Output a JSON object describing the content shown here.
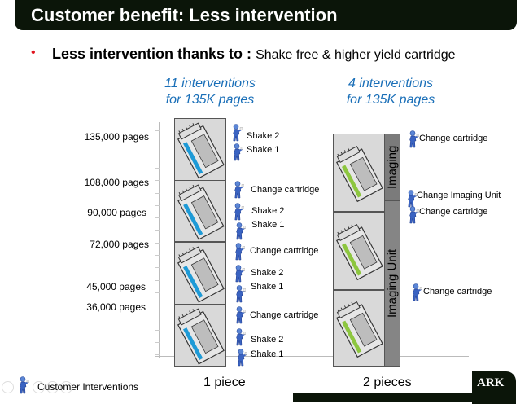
{
  "title": "Customer benefit: Less intervention",
  "bullet": {
    "bold": "Less intervention thanks to :",
    "rest": "Shake free & higher yield cartridge"
  },
  "headers": {
    "one_piece": [
      "11 interventions",
      "for 135K pages"
    ],
    "two_pieces": [
      "4 interventions",
      "for 135K pages"
    ]
  },
  "y_labels": [
    "135,000 pages",
    "108,000 pages",
    "90,000 pages",
    "72,000 pages",
    "45,000 pages",
    "36,000 pages"
  ],
  "one_piece_events": [
    "Shake  2",
    "Shake 1",
    "Change cartridge",
    "Shake  2",
    "Shake 1",
    "Change cartridge",
    "Shake  2",
    "Shake 1",
    "Change cartridge",
    "Shake 2",
    "Shake 1"
  ],
  "two_piece_events": [
    "Change cartridge",
    "Change Imaging Unit",
    "Change cartridge",
    "Change cartridge"
  ],
  "bar_labels": {
    "imaging": "Imaging",
    "imaging_unit": "Imaging Unit"
  },
  "x_labels": [
    "1 piece",
    "2 pieces"
  ],
  "legend": "Customer Interventions",
  "logo": "ARK",
  "colors": {
    "title_bg": "#0b1509",
    "accent_blue": "#1a6fb8",
    "toner_blue": "#1e9ad6",
    "toner_green": "#8dc63f",
    "bullet_red": "#e0141e"
  }
}
